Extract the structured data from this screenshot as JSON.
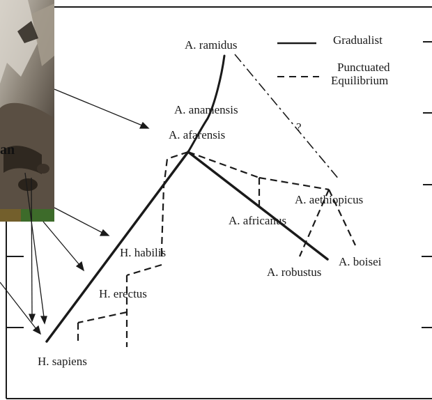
{
  "legend": {
    "gradualist": "Gradualist",
    "punctuated_line1": "Punctuated",
    "punctuated_line2": "Equilibrium"
  },
  "species": {
    "ramidus": "A. ramidus",
    "anamensis": "A. anamensis",
    "afarensis": "A. afarensis",
    "aethiopicus": "A. aethiopicus",
    "africanus": "A. africanus",
    "habilis": "H. habilis",
    "erectus": "H. erectus",
    "robustus": "A. robustus",
    "boisei": "A. boisei",
    "sapiens": "H. sapiens"
  },
  "question_mark": "?",
  "photo_caption_fragment": "an",
  "colors": {
    "line": "#1a1a1a",
    "rock_light": "#b8b2a6",
    "rock_dark": "#4a4238",
    "grass": "#3d6b2a"
  }
}
